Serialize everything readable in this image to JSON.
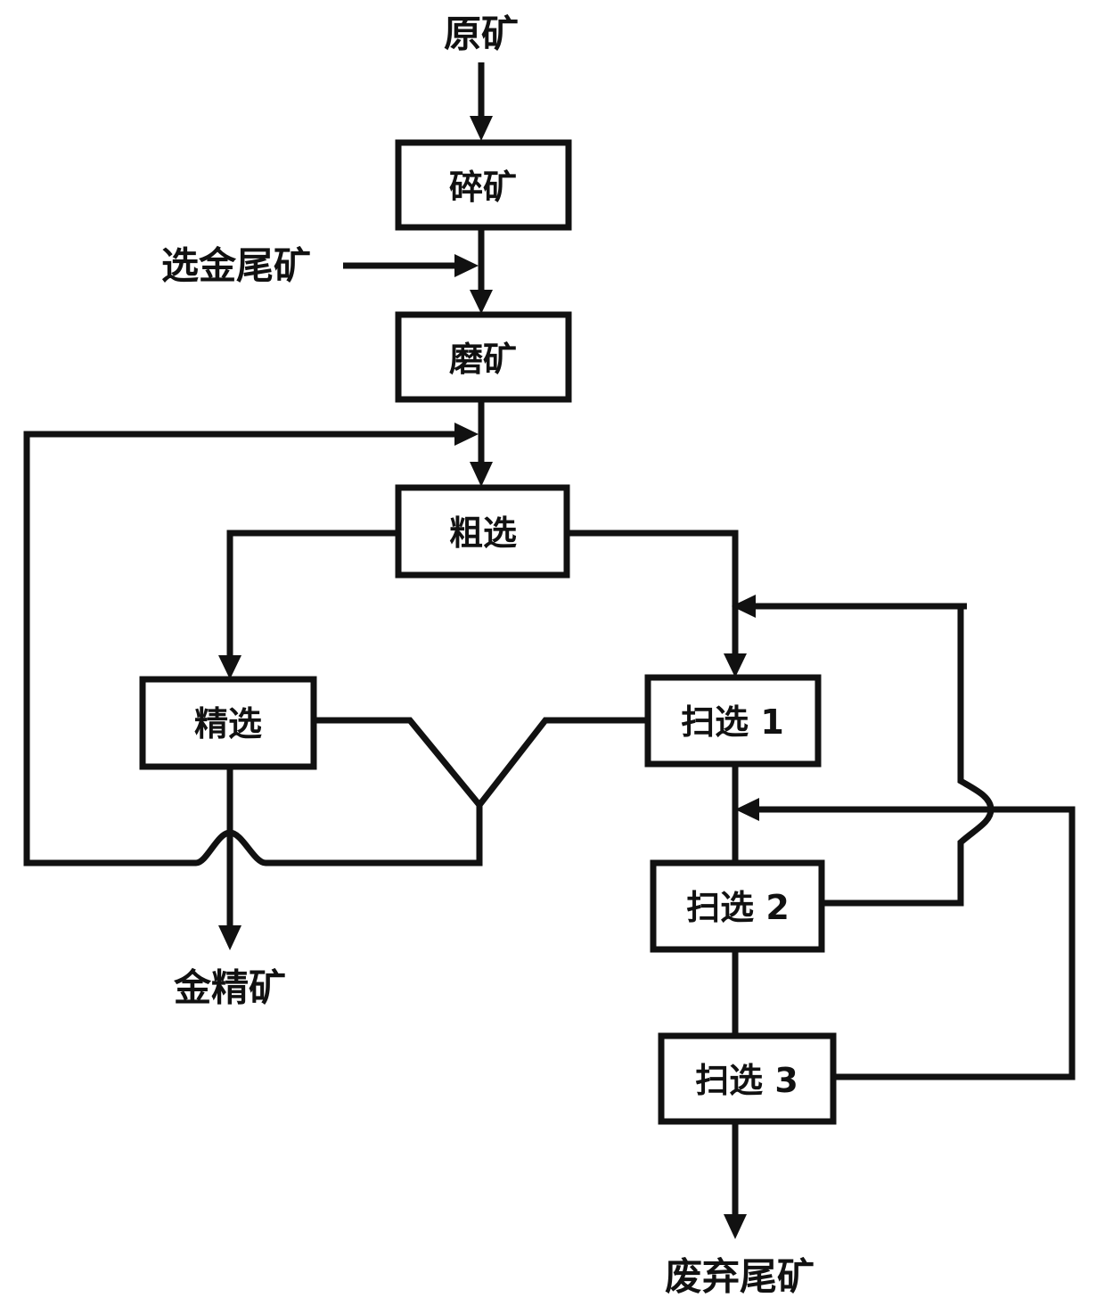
{
  "diagram": {
    "type": "process-flowchart",
    "inputs": {
      "raw_ore": "原矿",
      "gold_tailings": "选金尾矿"
    },
    "stages": {
      "crushing": "碎矿",
      "grinding": "磨矿",
      "roughing": "粗选",
      "cleaning": "精选",
      "scavenging_1": "扫选 1",
      "scavenging_2": "扫选 2",
      "scavenging_3": "扫选 3"
    },
    "outputs": {
      "gold_concentrate": "金精矿",
      "waste_tailings": "废弃尾矿"
    },
    "flows": [
      {
        "from": "原矿",
        "to": "碎矿"
      },
      {
        "from": "碎矿",
        "to": "磨矿"
      },
      {
        "from": "选金尾矿",
        "to": "磨矿"
      },
      {
        "from": "磨矿",
        "to": "粗选"
      },
      {
        "from": "粗选",
        "to": "精选"
      },
      {
        "from": "粗选",
        "to": "扫选 1"
      },
      {
        "from": "精选",
        "to": "金精矿"
      },
      {
        "from": "精选",
        "to": "粗选",
        "via": "merge-return"
      },
      {
        "from": "扫选 1",
        "to": "粗选",
        "via": "merge-return"
      },
      {
        "from": "扫选 1",
        "to": "扫选 2"
      },
      {
        "from": "扫选 2",
        "to": "扫选 1"
      },
      {
        "from": "扫选 2",
        "to": "扫选 3"
      },
      {
        "from": "扫选 3",
        "to": "扫选 2"
      },
      {
        "from": "扫选 3",
        "to": "废弃尾矿"
      }
    ]
  }
}
